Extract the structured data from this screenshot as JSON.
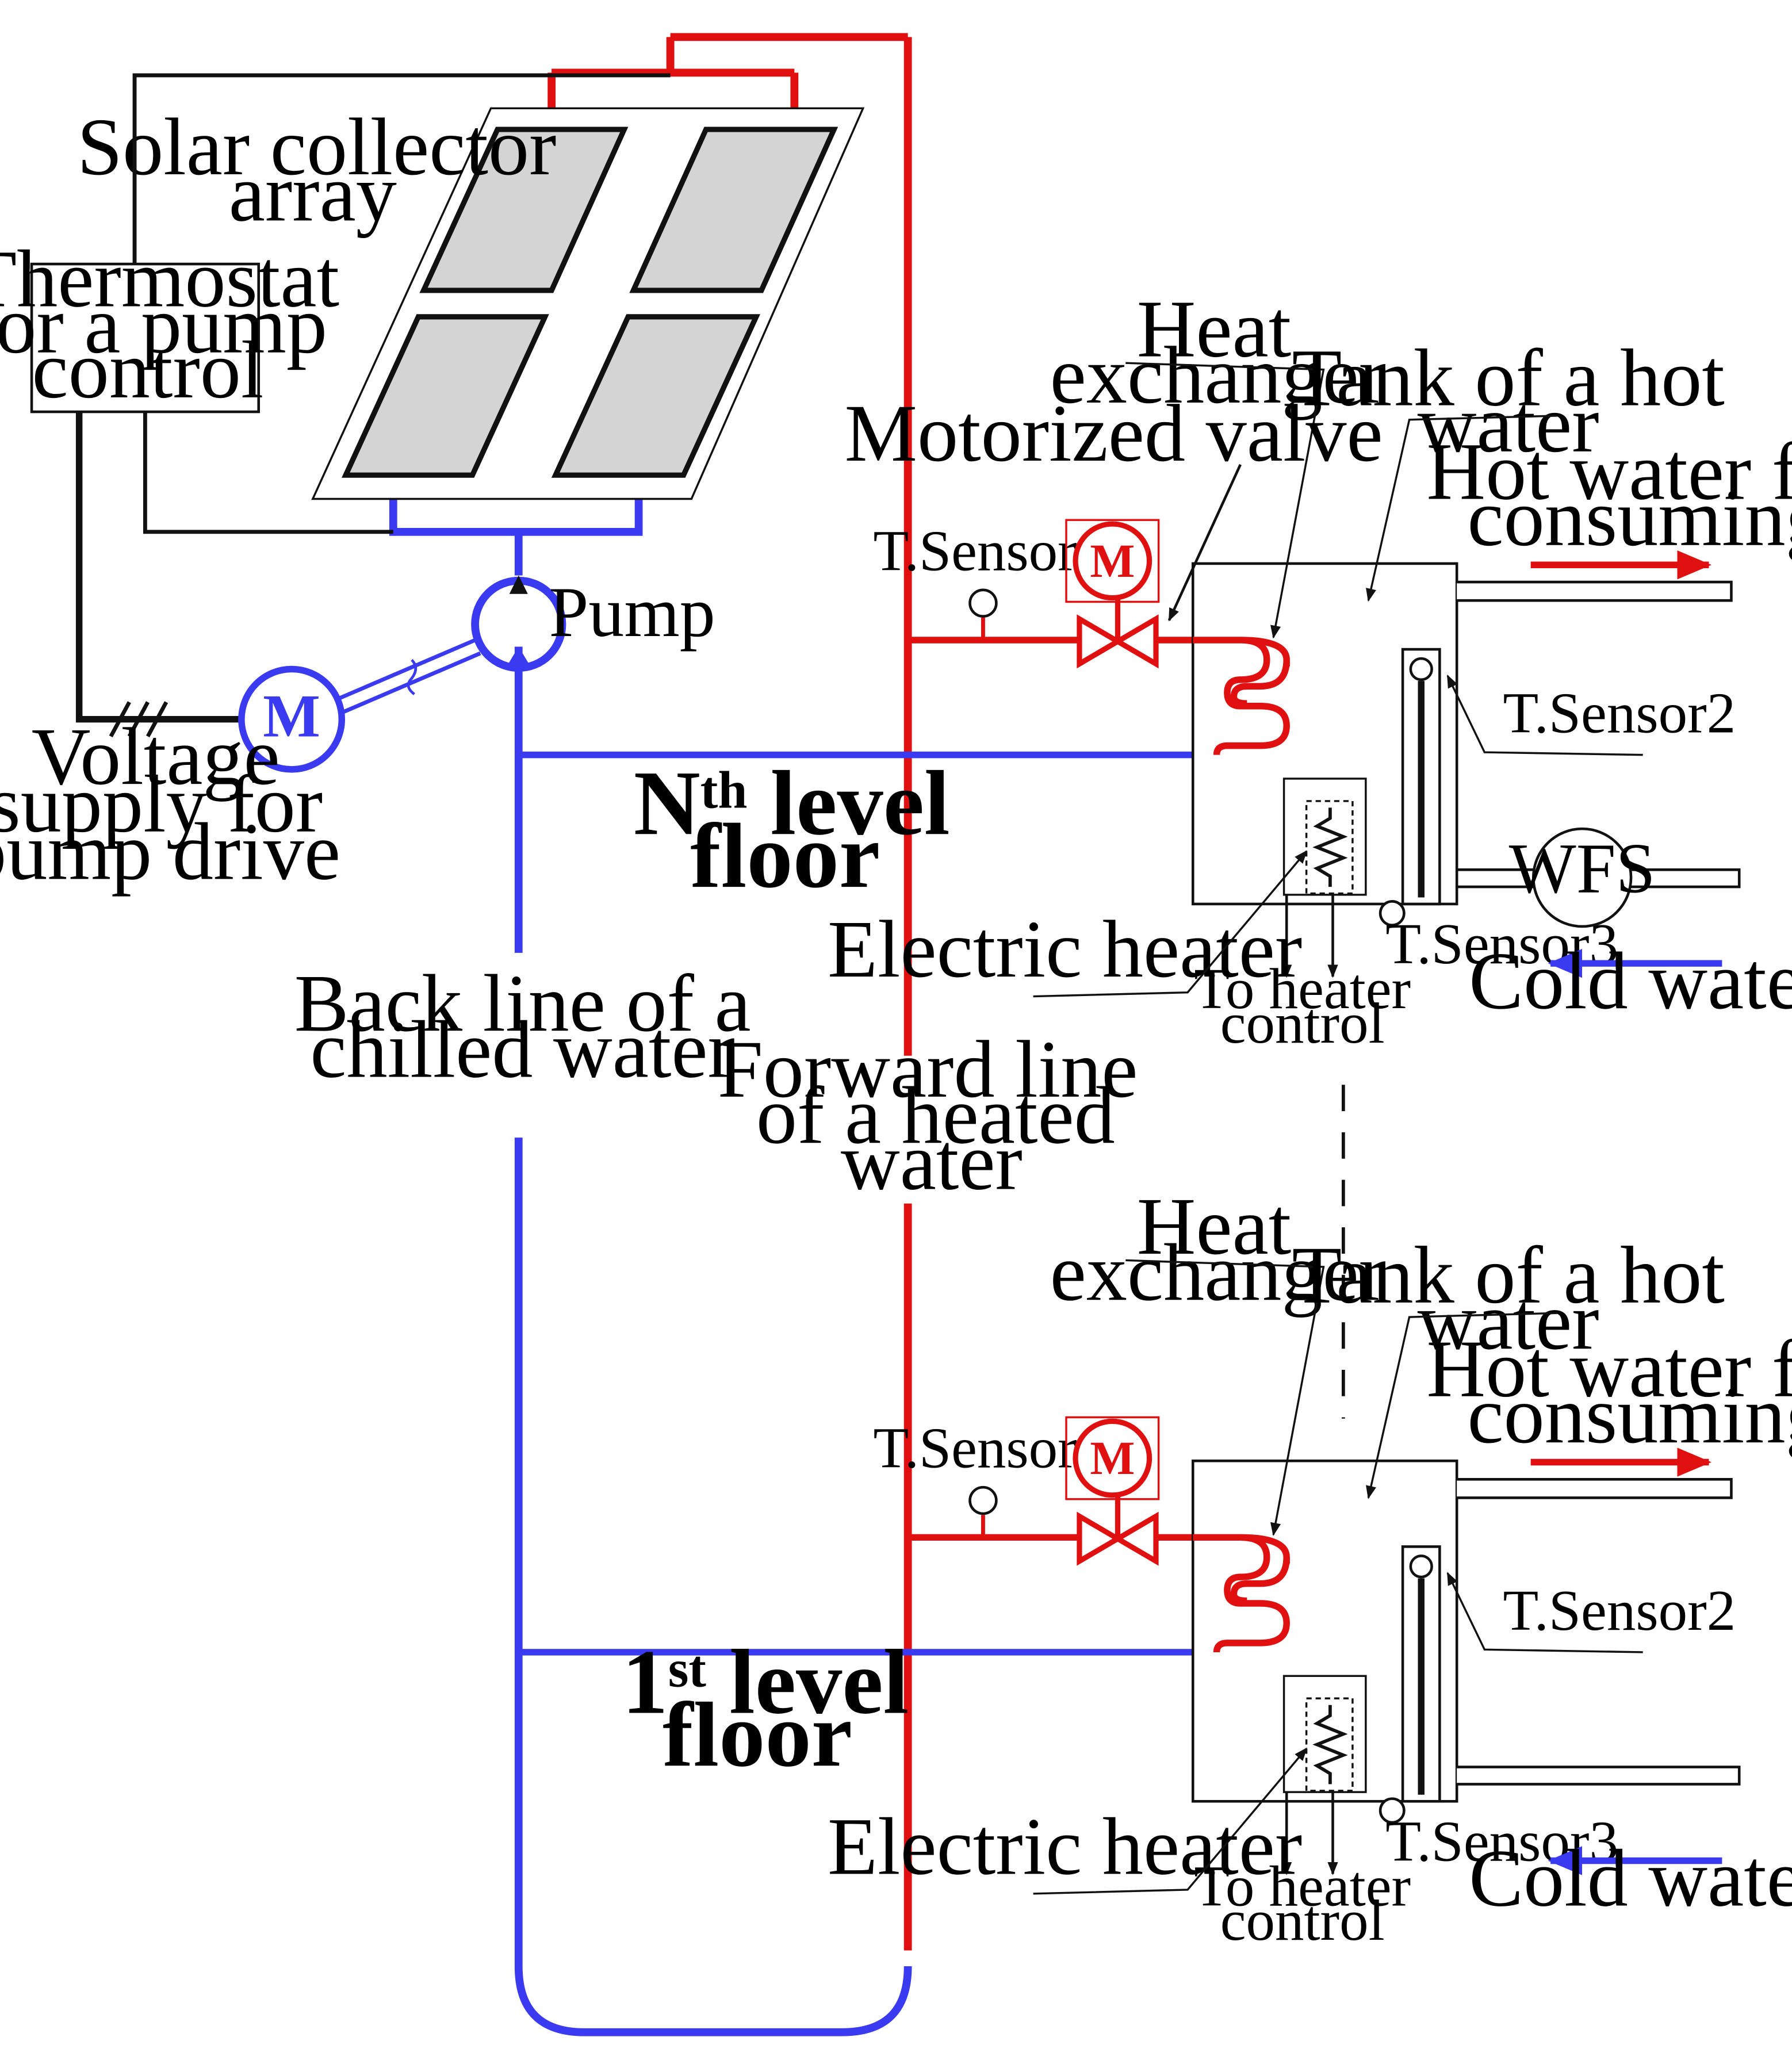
{
  "colors": {
    "hot": "#e01010",
    "cold": "#3a3af0",
    "wire": "#111111",
    "panel": "#d4d4d4"
  },
  "labels": {
    "solar_line1": "Solar collector",
    "solar_line2": "array",
    "thermostat_line1": "Thermostat",
    "thermostat_line2": "for a pump",
    "thermostat_line3": "control",
    "pump": "Pump",
    "motor": "M",
    "voltage_line1": "Voltage",
    "voltage_line2": "supply for",
    "voltage_line3": "pump drive",
    "back_line1": "Back line of a",
    "back_line2": "chilled water",
    "forward_line1": "Forward line",
    "forward_line2": "of a heated",
    "forward_line3": "water",
    "wfs": "WFS"
  },
  "floors": [
    {
      "level_main": "N",
      "level_sup": "th",
      "level_rest": " level",
      "level_line2": "floor",
      "tsensor1": "T.Sensor1",
      "valve_motor": "M",
      "heat_exchanger_line1": "Heat",
      "heat_exchanger_line2": "exchanger",
      "motorized_valve": "Motorized valve",
      "tank_line1": "Tank of a hot",
      "tank_line2": "water",
      "hot_water_line1": "Hot water for",
      "hot_water_line2": "consuming",
      "tsensor2": "T.Sensor2",
      "tsensor3": "T.Sensor3",
      "cold_water": "Cold water",
      "electric_heater": "Electric heater",
      "heater_control_line1": "To heater",
      "heater_control_line2": "control"
    },
    {
      "level_main": "1",
      "level_sup": "st",
      "level_rest": " level",
      "level_line2": "floor",
      "tsensor1": "T.Sensor1",
      "valve_motor": "M",
      "heat_exchanger_line1": "Heat",
      "heat_exchanger_line2": "exchanger",
      "tank_line1": "Tank of a hot",
      "tank_line2": "water",
      "hot_water_line1": "Hot water for",
      "hot_water_line2": "consuming",
      "tsensor2": "T.Sensor2",
      "tsensor3": "T.Sensor3",
      "cold_water": "Cold water",
      "electric_heater": "Electric heater",
      "heater_control_line1": "To heater",
      "heater_control_line2": "control"
    }
  ]
}
